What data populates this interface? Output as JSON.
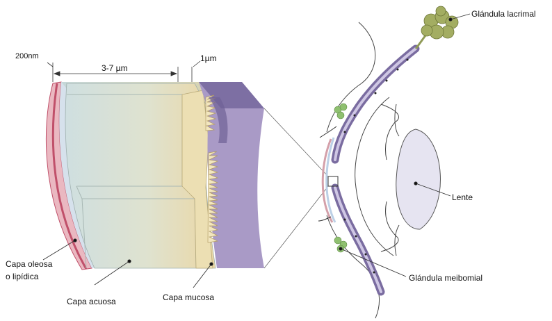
{
  "dimensions": {
    "lipid_thickness": "200nm",
    "aqueous_thickness": "3-7 µm",
    "mucin_thickness": "1µm"
  },
  "labels": {
    "lacrimal_gland": "Glándula lacrimal",
    "lens": "Lente",
    "meibomian_gland": "Glándula meibomial",
    "lipid_layer_line1": "Capa oleosa",
    "lipid_layer_line2": "o lipídica",
    "aqueous_layer": "Capa acuosa",
    "mucin_layer": "Capa mucosa"
  },
  "colors": {
    "lipid": "#e9b7bf",
    "lipid_edge": "#c0506a",
    "aqueous": "#d2e0df",
    "aqueous_gradient_end": "#ead7a6",
    "mucin": "#ece0b4",
    "epithelium": "#a899c4",
    "epithelium_dark": "#7a6ca0",
    "gland": "#9aa65c",
    "gland_small": "#8fc070",
    "lens": "#e6e4f1"
  }
}
